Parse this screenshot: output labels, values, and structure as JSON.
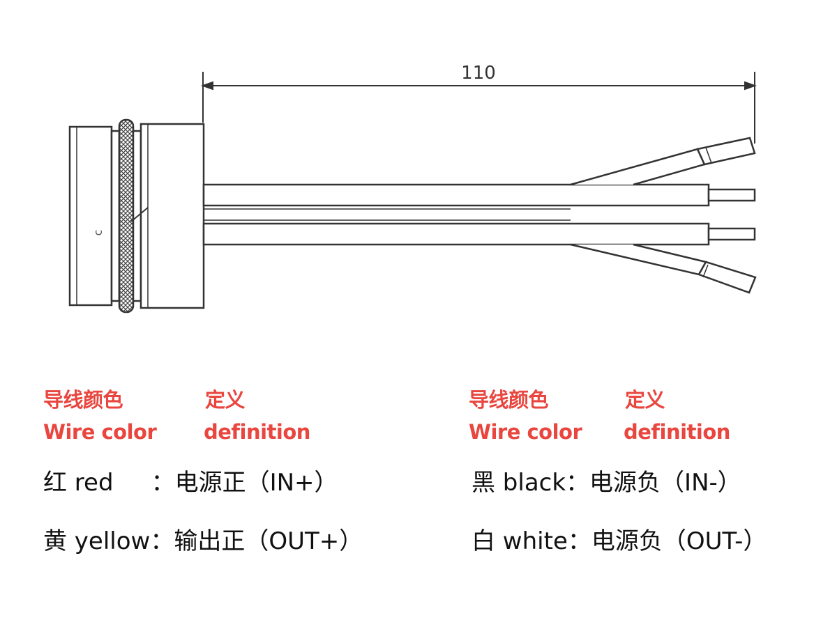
{
  "theme": {
    "header_color": "#e8463f",
    "text_color": "#111111",
    "line_color": "#333333"
  },
  "drawing": {
    "dimension_label": "110",
    "connector_mark": "c"
  },
  "table": {
    "left": {
      "header_color_cn": "导线颜色",
      "header_color_en": "Wire color",
      "header_def_cn": "定义",
      "header_def_en": "definition",
      "rows": [
        "红 red     ：电源正（IN+）",
        "黄 yellow：输出正（OUT+）"
      ]
    },
    "right": {
      "header_color_cn": "导线颜色",
      "header_color_en": "Wire color",
      "header_def_cn": "定义",
      "header_def_en": "definition",
      "rows": [
        "黑 black：电源负（IN-）",
        "白 white：电源负（OUT-）"
      ]
    }
  }
}
